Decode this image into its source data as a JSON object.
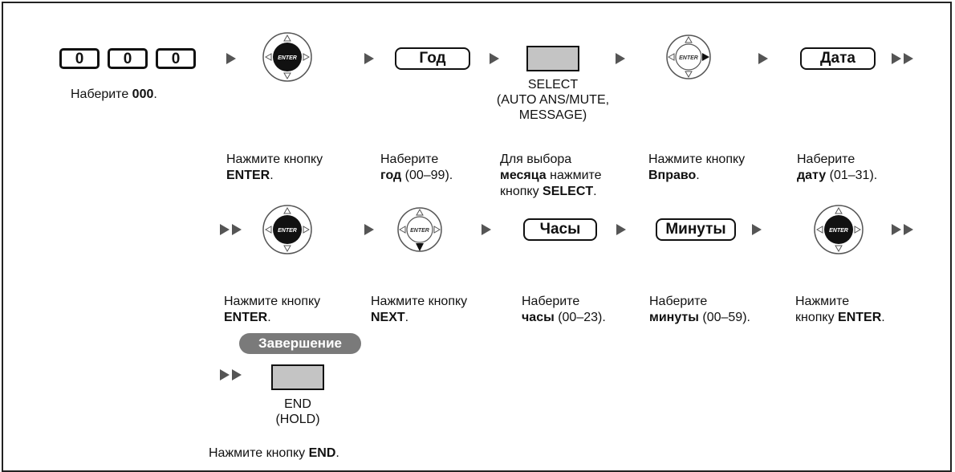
{
  "top": {
    "keys": [
      "0",
      "0",
      "0"
    ],
    "dial_label": "ENTER",
    "year_button": "Год",
    "select_label": [
      "SELECT",
      "(AUTO ANS/MUTE,",
      "MESSAGE)"
    ],
    "date_button": "Дата",
    "caption_dial000": {
      "pre": "Наберите ",
      "bold": "000",
      "post": "."
    }
  },
  "captions_row1": {
    "enter": {
      "l1": "Нажмите кнопку",
      "l2_bold": "ENTER",
      "l2_post": "."
    },
    "year": {
      "l1": "Наберите",
      "l2_bold": "год",
      "l2_post": " (00–99)."
    },
    "month": {
      "l1": "Для выбора",
      "l2_bold": "месяца",
      "l2_post": " нажмите",
      "l3_pre": "кнопку ",
      "l3_bold": "SELECT",
      "l3_post": "."
    },
    "right": {
      "l1": "Нажмите кнопку",
      "l2_bold": "Вправо",
      "l2_post": "."
    },
    "date": {
      "l1": "Наберите",
      "l2_bold": "дату",
      "l2_post": " (01–31)."
    }
  },
  "row2": {
    "hours_button": "Часы",
    "minutes_button": "Минуты"
  },
  "captions_row2": {
    "enter": {
      "l1": "Нажмите кнопку",
      "l2_bold": "ENTER",
      "l2_post": "."
    },
    "next": {
      "l1": "Нажмите кнопку",
      "l2_bold": "NEXT",
      "l2_post": "."
    },
    "hours": {
      "l1": "Наберите",
      "l2_bold": "часы",
      "l2_post": " (00–23)."
    },
    "minutes": {
      "l1": "Наберите",
      "l2_bold": "минуты",
      "l2_post": " (00–59)."
    },
    "enter2": {
      "l1": "Нажмите",
      "l2_pre": "кнопку ",
      "l2_bold": "ENTER",
      "l2_post": "."
    }
  },
  "finish": {
    "badge": "Завершение",
    "end_label": [
      "END",
      "(HOLD)"
    ],
    "caption": {
      "pre": "Нажмите кнопку ",
      "bold": "END",
      "post": "."
    }
  },
  "colors": {
    "arrow": "#555555",
    "button_gray": "#c4c4c4",
    "badge": "#7a7a7a"
  }
}
